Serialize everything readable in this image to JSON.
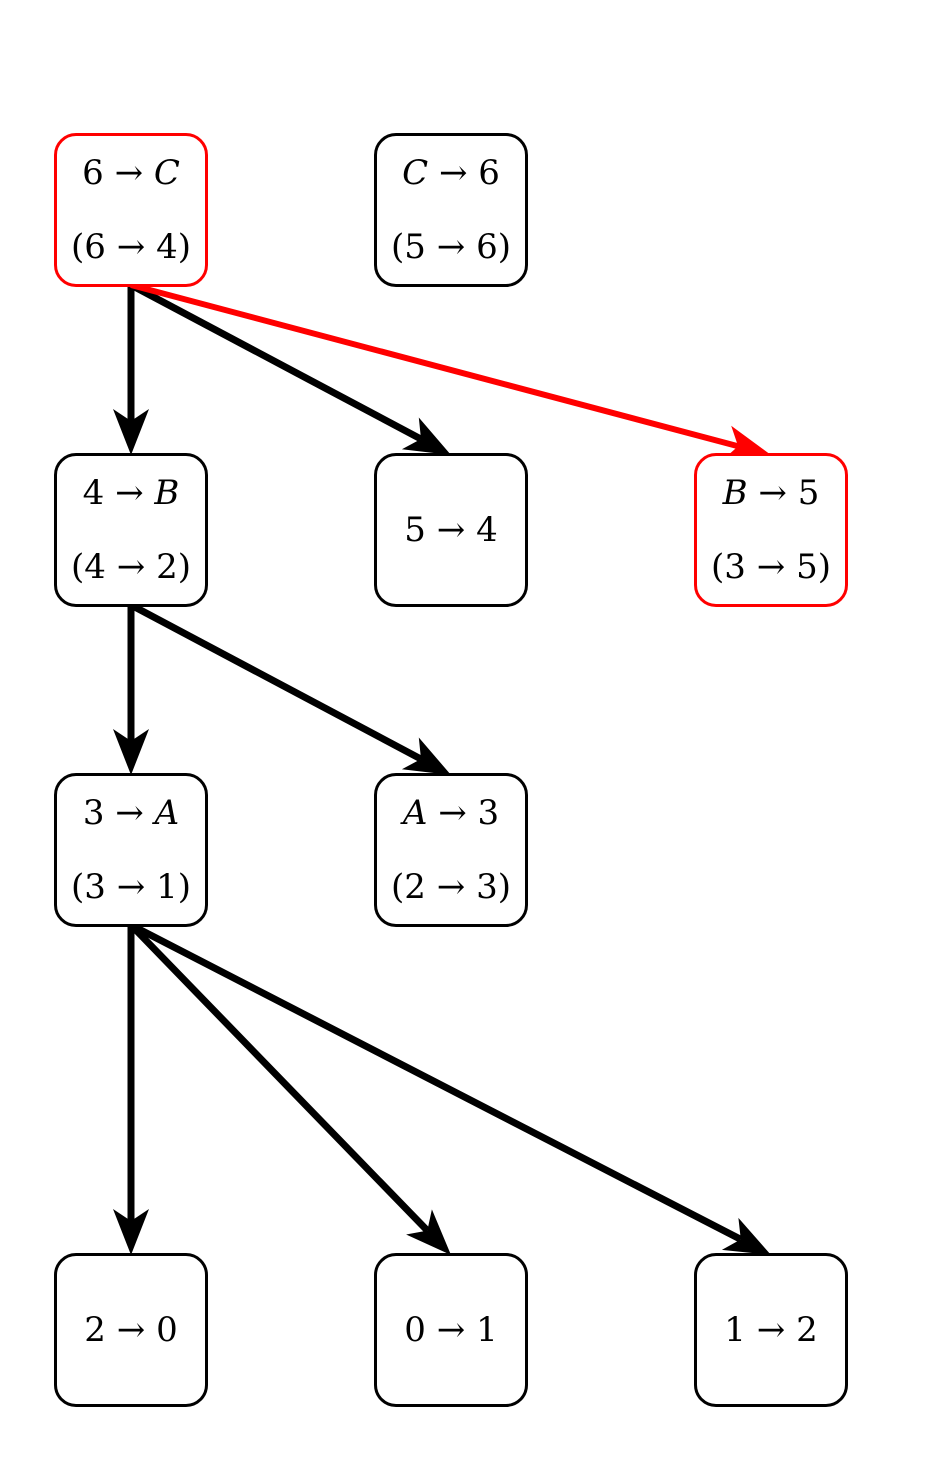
{
  "colors": {
    "default": "#000000",
    "highlight": "#ff0000"
  },
  "nodes": {
    "n6C": {
      "line1": "6 → C",
      "line2": "(6 → 4)",
      "highlight": true
    },
    "nC6": {
      "line1": "C → 6",
      "line2": "(5 → 6)",
      "highlight": false
    },
    "n4B": {
      "line1": "4 → B",
      "line2": "(4 → 2)",
      "highlight": false
    },
    "n54": {
      "line1": "5 → 4",
      "line2": "",
      "highlight": false
    },
    "nB5": {
      "line1": "B → 5",
      "line2": "(3 → 5)",
      "highlight": true
    },
    "n3A": {
      "line1": "3 → A",
      "line2": "(3 → 1)",
      "highlight": false
    },
    "nA3": {
      "line1": "A → 3",
      "line2": "(2 → 3)",
      "highlight": false
    },
    "n20": {
      "line1": "2 → 0",
      "line2": "",
      "highlight": false
    },
    "n01": {
      "line1": "0 → 1",
      "line2": "",
      "highlight": false
    },
    "n12": {
      "line1": "1 → 2",
      "line2": "",
      "highlight": false
    }
  },
  "edges": [
    {
      "from": "n6C",
      "to": "n4B",
      "highlight": false
    },
    {
      "from": "n6C",
      "to": "n54",
      "highlight": false
    },
    {
      "from": "n6C",
      "to": "nB5",
      "highlight": true
    },
    {
      "from": "n4B",
      "to": "n3A",
      "highlight": false
    },
    {
      "from": "n4B",
      "to": "nA3",
      "highlight": false
    },
    {
      "from": "n3A",
      "to": "n20",
      "highlight": false
    },
    {
      "from": "n3A",
      "to": "n01",
      "highlight": false
    },
    {
      "from": "n3A",
      "to": "n12",
      "highlight": false
    }
  ]
}
